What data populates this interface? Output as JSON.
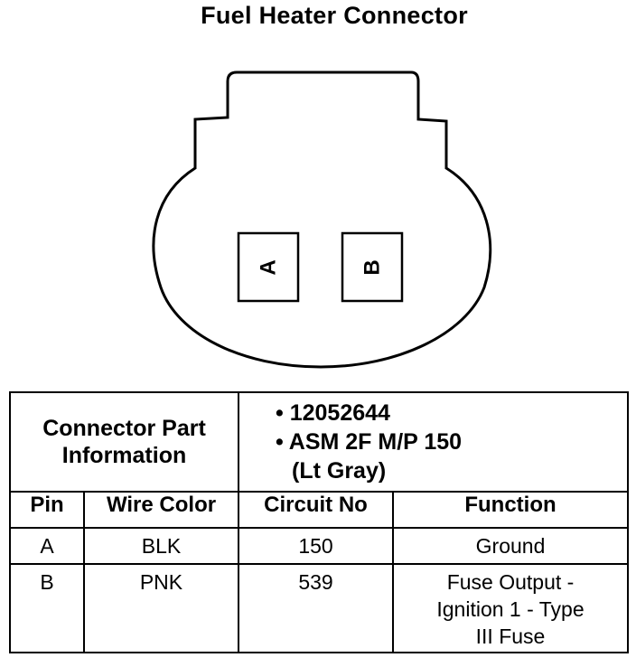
{
  "title": "Fuel Heater Connector",
  "pins": [
    "A",
    "B"
  ],
  "part_info": {
    "label_line1": "Connector Part",
    "label_line2": "Information",
    "items": [
      "• 12052644",
      "• ASM 2F M/P 150",
      "(Lt Gray)"
    ]
  },
  "columns": [
    "Pin",
    "Wire Color",
    "Circuit No",
    "Function"
  ],
  "rows": [
    {
      "pin": "A",
      "wire": "BLK",
      "circuit": "150",
      "function": [
        "Ground"
      ]
    },
    {
      "pin": "B",
      "wire": "PNK",
      "circuit": "539",
      "function": [
        "Fuse Output -",
        "Ignition 1 - Type",
        "III Fuse"
      ]
    }
  ]
}
